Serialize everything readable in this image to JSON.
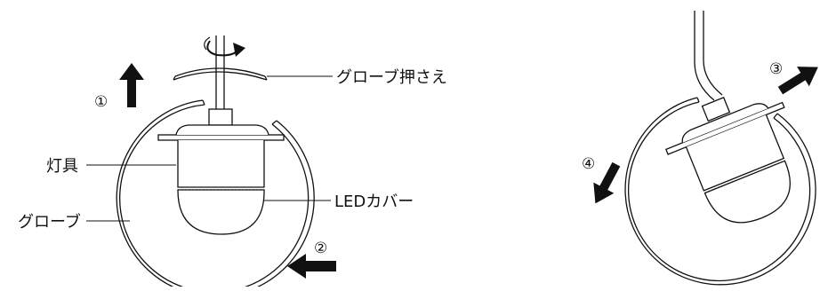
{
  "labels": {
    "globe_holder": "グローブ押さえ",
    "fixture": "灯具",
    "led_cover": "LEDカバー",
    "globe": "グローブ"
  },
  "steps": [
    "①",
    "②",
    "③",
    "④"
  ],
  "colors": {
    "line": "#111111",
    "background": "#ffffff"
  }
}
